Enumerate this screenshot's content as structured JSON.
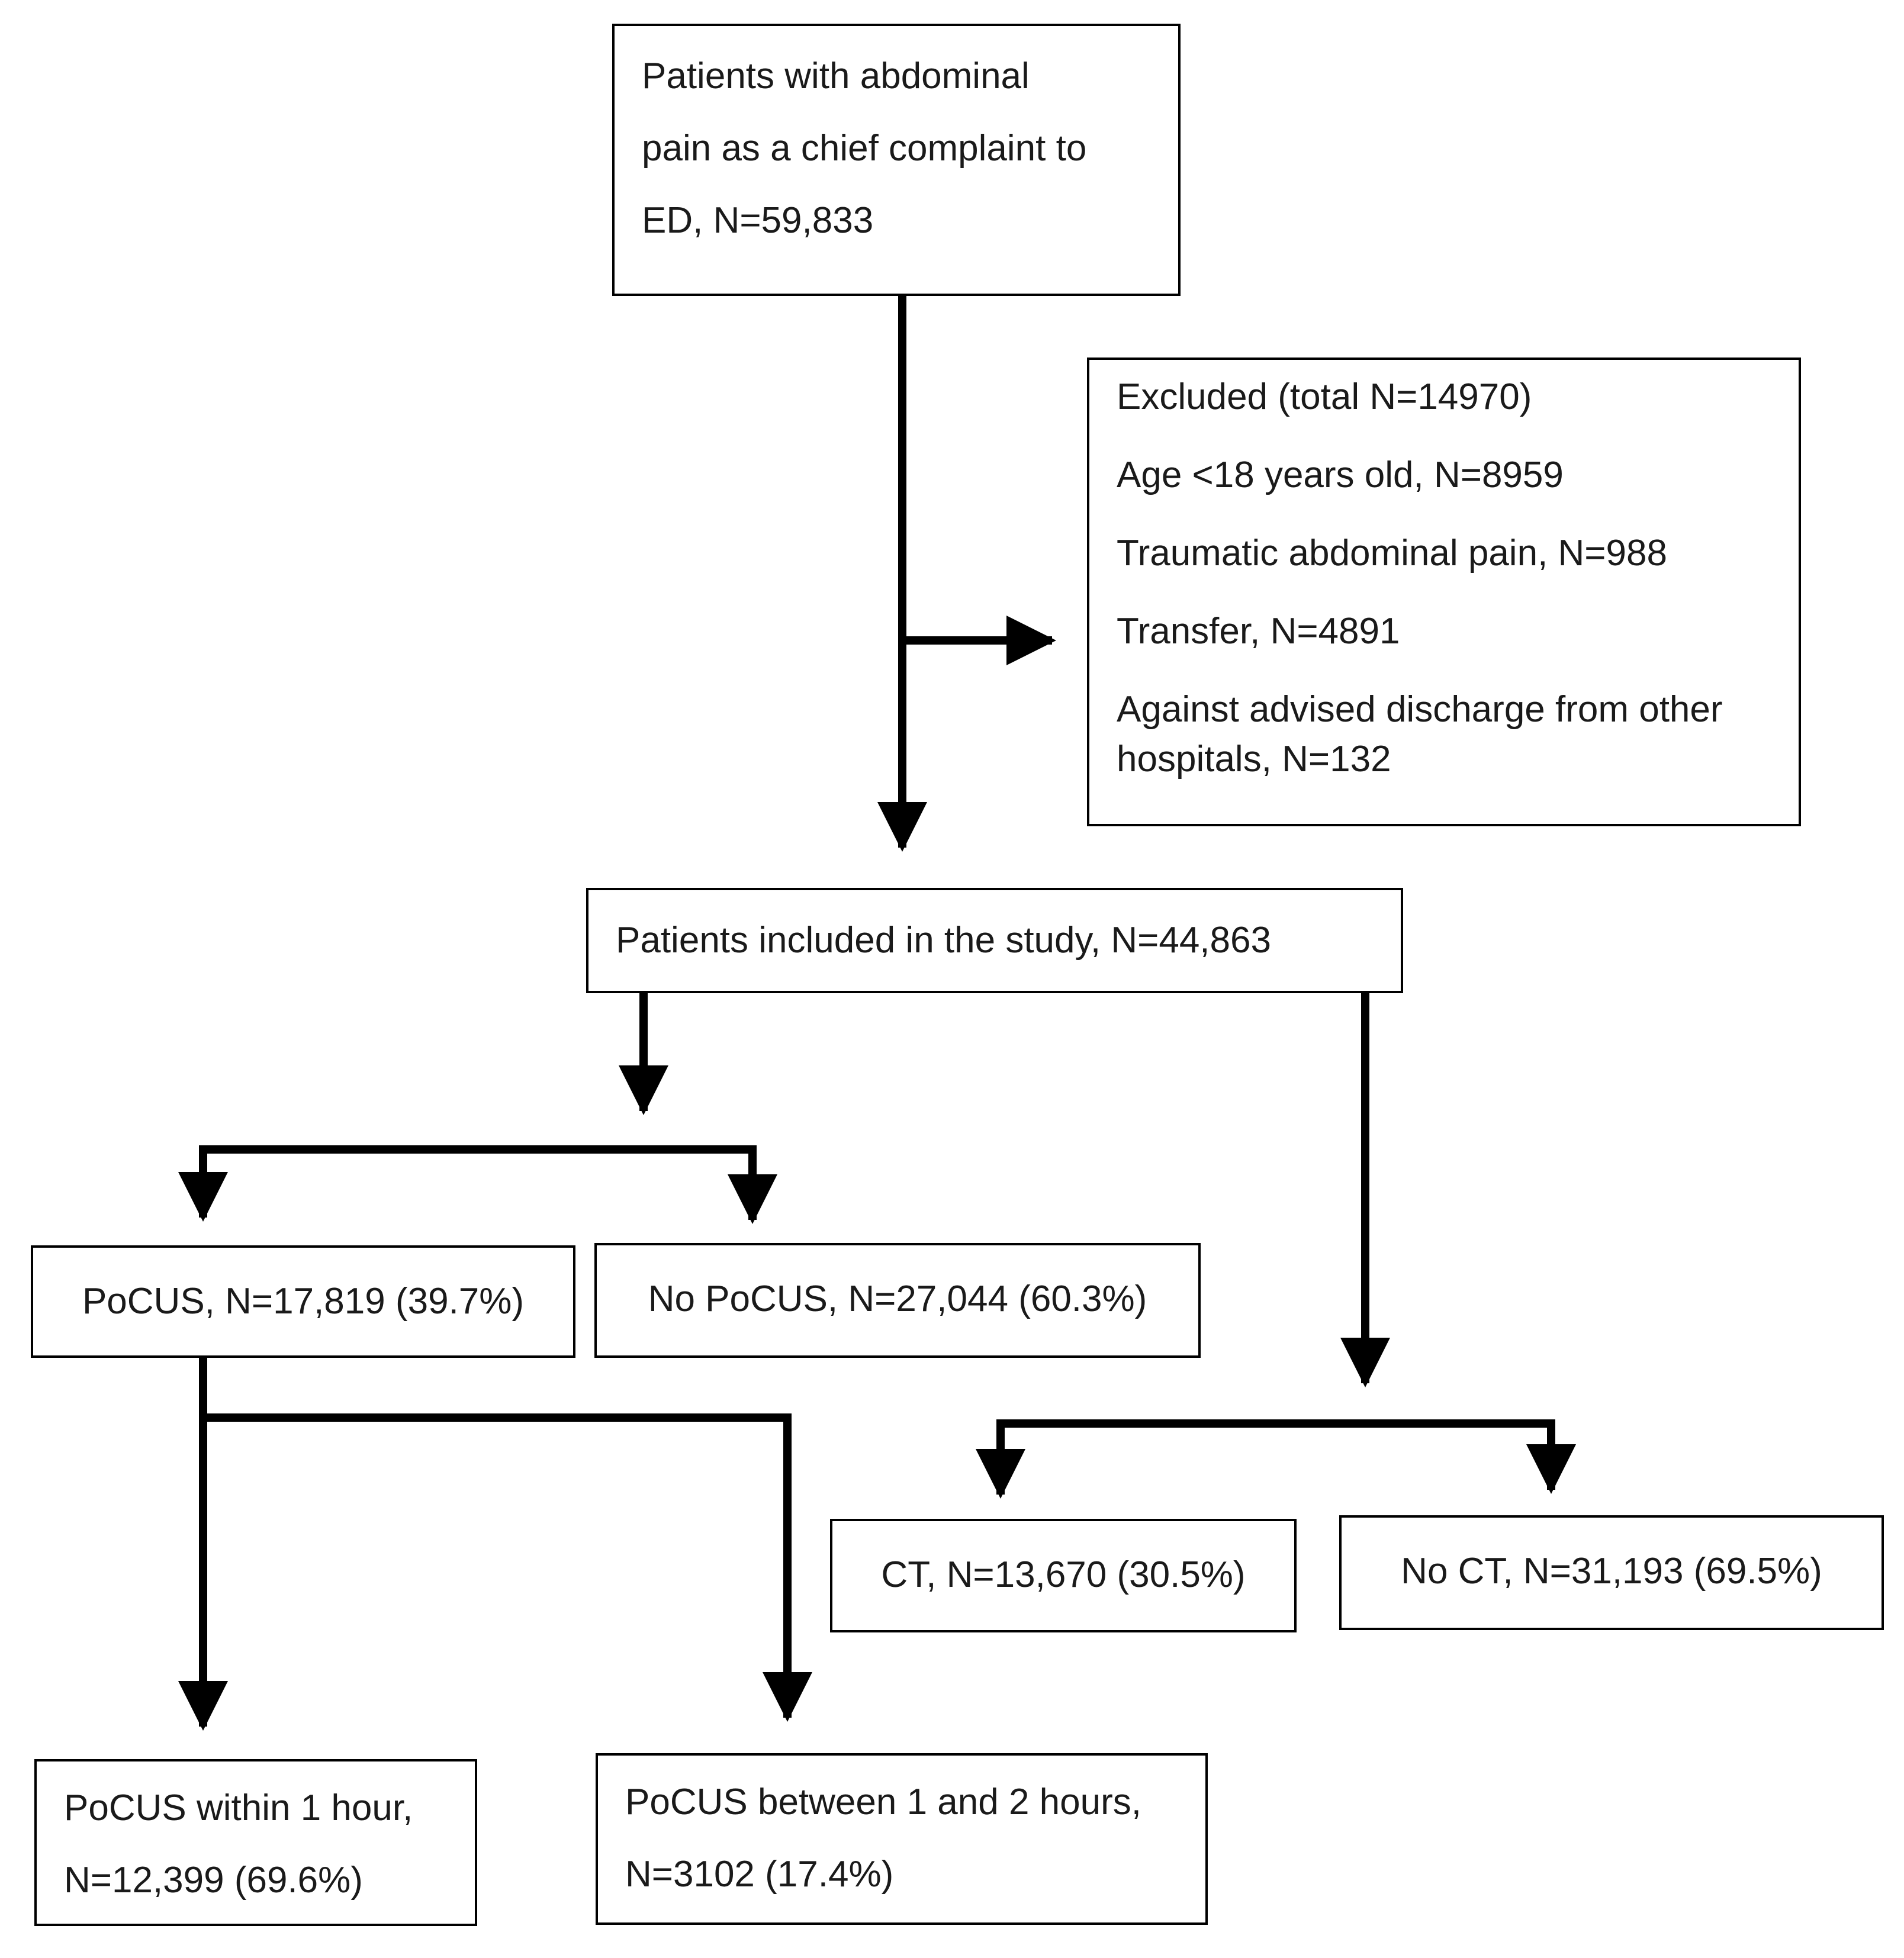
{
  "nodes": {
    "start": {
      "lines": [
        "Patients with abdominal",
        "pain as a chief complaint to",
        "ED, N=59,833"
      ]
    },
    "excluded": {
      "lines": [
        "Excluded (total N=14970)",
        "Age <18 years old, N=8959",
        "Traumatic abdominal pain, N=988",
        "Transfer, N=4891",
        "Against advised discharge from other",
        "hospitals, N=132"
      ]
    },
    "included": {
      "lines": [
        "Patients included in the study, N=44,863"
      ]
    },
    "pocus": {
      "lines": [
        "PoCUS, N=17,819 (39.7%)"
      ]
    },
    "no_pocus": {
      "lines": [
        "No PoCUS, N=27,044 (60.3%)"
      ]
    },
    "ct": {
      "lines": [
        "CT, N=13,670 (30.5%)"
      ]
    },
    "no_ct": {
      "lines": [
        "No CT, N=31,193 (69.5%)"
      ]
    },
    "pocus_1h": {
      "lines": [
        "PoCUS within 1 hour,",
        "N=12,399 (69.6%)"
      ]
    },
    "pocus_1_2h": {
      "lines": [
        "PoCUS between 1 and 2 hours,",
        "N=3102 (17.4%)"
      ]
    }
  },
  "colors": {
    "stroke": "#000000",
    "text": "#1a1a1a",
    "background": "#ffffff"
  }
}
